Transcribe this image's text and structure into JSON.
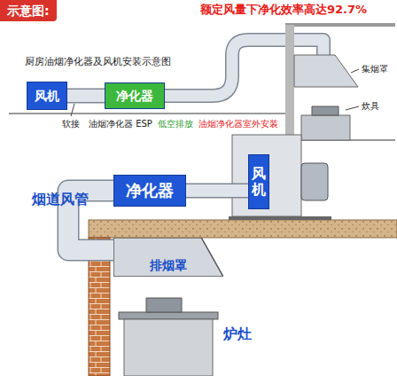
{
  "diagram": {
    "title": "示意图:",
    "nodes": [
      {
        "text": [
          "风机"
        ]
      },
      {
        "text": [
          "净化器"
        ]
      },
      {
        "text": [
          "净化器"
        ]
      },
      {
        "text": [
          "风机"
        ]
      },
      {
        "text": [
          "排烟罩"
        ]
      }
    ],
    "edges": [
      {
        "from": 0,
        "to": 1,
        "arrow": "none"
      },
      {
        "from": 2,
        "to": 3,
        "arrow": "none"
      },
      {
        "from": 4,
        "to": 2,
        "arrow": "none"
      }
    ],
    "labels": [
      "额定风量下净化效率高达92.7%",
      "厨房油烟净化器及风机安装示意图",
      "集烟罩",
      "炊具",
      "软接",
      "油烟净化器 ESP",
      "低空排放",
      "油烟净化器室外安装",
      "烟道风管",
      "炉灶"
    ]
  }
}
